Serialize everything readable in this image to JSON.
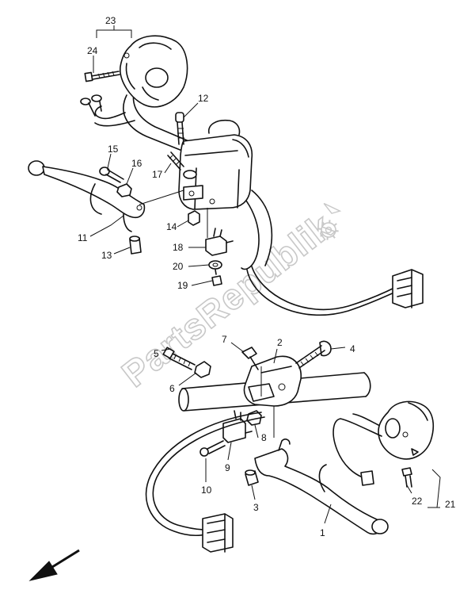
{
  "watermark": {
    "text": "PartsRepublik"
  },
  "callouts": [
    {
      "id": "c23",
      "text": "23"
    },
    {
      "id": "c24",
      "text": "24"
    },
    {
      "id": "c12",
      "text": "12"
    },
    {
      "id": "c15",
      "text": "15"
    },
    {
      "id": "c16",
      "text": "16"
    },
    {
      "id": "c17",
      "text": "17"
    },
    {
      "id": "c14",
      "text": "14"
    },
    {
      "id": "c11",
      "text": "11"
    },
    {
      "id": "c18",
      "text": "18"
    },
    {
      "id": "c13",
      "text": "13"
    },
    {
      "id": "c20",
      "text": "20"
    },
    {
      "id": "c19",
      "text": "19"
    },
    {
      "id": "c7",
      "text": "7"
    },
    {
      "id": "c2",
      "text": "2"
    },
    {
      "id": "c4",
      "text": "4"
    },
    {
      "id": "c5",
      "text": "5"
    },
    {
      "id": "c6",
      "text": "6"
    },
    {
      "id": "c8",
      "text": "8"
    },
    {
      "id": "c9",
      "text": "9"
    },
    {
      "id": "c10",
      "text": "10"
    },
    {
      "id": "c3",
      "text": "3"
    },
    {
      "id": "c1",
      "text": "1"
    },
    {
      "id": "c22",
      "text": "22"
    },
    {
      "id": "c21",
      "text": "21"
    }
  ]
}
